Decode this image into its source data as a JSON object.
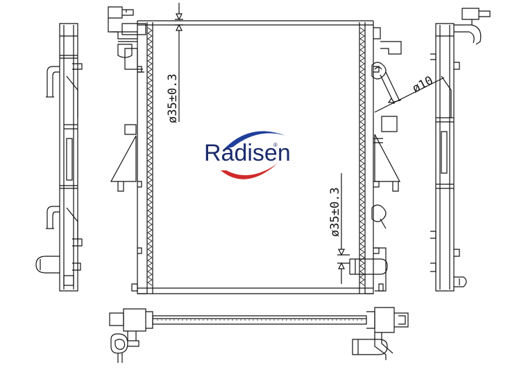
{
  "logo": {
    "brand": "Radisen",
    "registered": "®",
    "swoosh_blue": "#1f3f99",
    "swoosh_red": "#d12a2a",
    "text_color": "#1a2a6c"
  },
  "dimensions": {
    "tube_top": "ø35±0.3",
    "tube_bottom": "ø35±0.3",
    "drain": "ø10"
  },
  "colors": {
    "line": "#111111",
    "background": "#ffffff"
  }
}
